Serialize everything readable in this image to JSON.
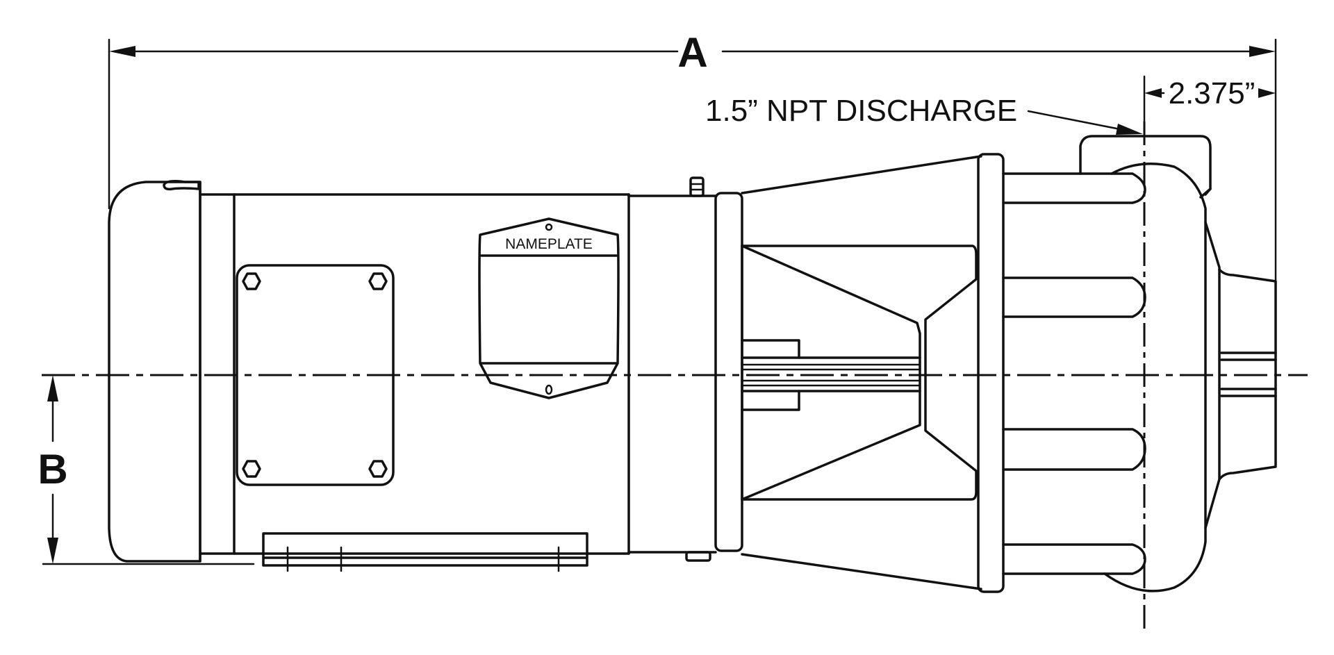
{
  "labels": {
    "dim_a": "A",
    "dim_b": "B",
    "discharge": "1.5” NPT DISCHARGE",
    "dim_offset": "2.375”",
    "nameplate": "NAMEPLATE"
  }
}
